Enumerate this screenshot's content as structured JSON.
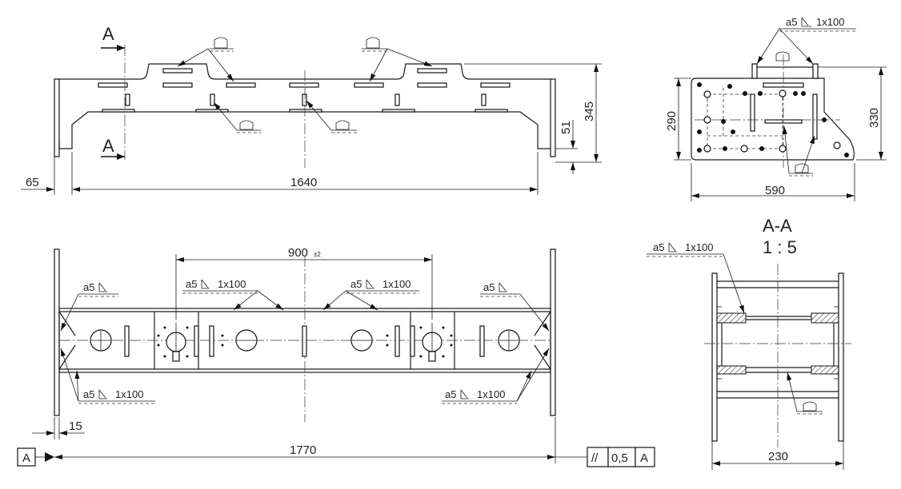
{
  "front_view": {
    "section_mark_top": "A",
    "section_mark_bottom": "A",
    "dim_65": "65",
    "dim_1640": "1640",
    "dim_345": "345",
    "dim_51": "51"
  },
  "side_view": {
    "weld_note": "a5",
    "weld_len": "1x100",
    "dim_290": "290",
    "dim_330": "330",
    "dim_590": "590"
  },
  "plan_view": {
    "dim_900": "900",
    "dim_900_tol": "±2",
    "weld_a5_left": "a5",
    "weld_a5_right": "a5",
    "weld_top_1": "a5",
    "weld_top_1_len": "1x100",
    "weld_top_2": "a5",
    "weld_top_2_len": "1x100",
    "weld_bot_left": "a5",
    "weld_bot_left_len": "1x100",
    "weld_bot_right": "a5",
    "weld_bot_right_len": "1x100",
    "dim_15": "15",
    "dim_1770": "1770",
    "datum_left": "A",
    "tol_symbol": "//",
    "tol_value": "0,5",
    "tol_datum": "A"
  },
  "section_view": {
    "title": "A-A",
    "scale": "1 : 5",
    "weld": "a5",
    "weld_len": "1x100",
    "dim_230": "230"
  }
}
